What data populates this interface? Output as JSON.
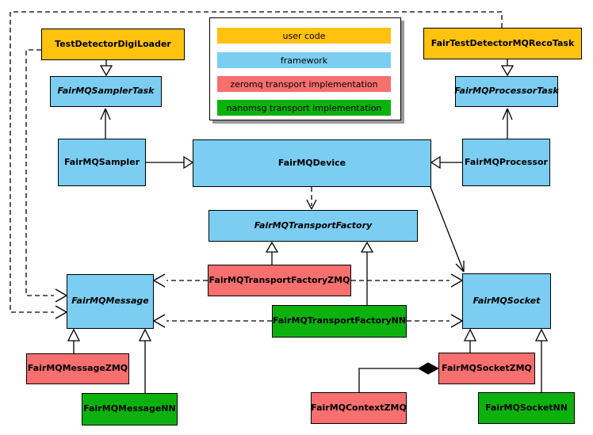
{
  "colors": {
    "user_code": "#FFC20E",
    "framework": "#7BCDF1",
    "zeromq": "#F76F6F",
    "nanomsg": "#0DB10D",
    "legend_shadow": "#9A9A9A",
    "line": "#000000",
    "background": "#FFFFFF"
  },
  "legend": {
    "items": [
      {
        "label": "user code",
        "category": "user_code"
      },
      {
        "label": "framework",
        "category": "framework"
      },
      {
        "label": "zeromq transport implementation",
        "category": "zeromq"
      },
      {
        "label": "nanomsg transport implementation",
        "category": "nanomsg"
      }
    ]
  },
  "nodes": {
    "testDetectorDigiLoader": {
      "label": "TestDetectorDigiLoader",
      "category": "user_code",
      "abstract": false
    },
    "fairTestDetectorMQRecoTask": {
      "label": "FairTestDetectorMQRecoTask",
      "category": "user_code",
      "abstract": false
    },
    "fairMQSamplerTask": {
      "label": "FairMQSamplerTask",
      "category": "framework",
      "abstract": true
    },
    "fairMQProcessorTask": {
      "label": "FairMQProcessorTask",
      "category": "framework",
      "abstract": true
    },
    "fairMQSampler": {
      "label": "FairMQSampler",
      "category": "framework",
      "abstract": false
    },
    "fairMQDevice": {
      "label": "FairMQDevice",
      "category": "framework",
      "abstract": false
    },
    "fairMQProcessor": {
      "label": "FairMQProcessor",
      "category": "framework",
      "abstract": false
    },
    "fairMQTransportFactory": {
      "label": "FairMQTransportFactory",
      "category": "framework",
      "abstract": true
    },
    "fairMQTransportFactoryZMQ": {
      "label": "FairMQTransportFactoryZMQ",
      "category": "zeromq",
      "abstract": false
    },
    "fairMQTransportFactoryNN": {
      "label": "FairMQTransportFactoryNN",
      "category": "nanomsg",
      "abstract": false
    },
    "fairMQMessage": {
      "label": "FairMQMessage",
      "category": "framework",
      "abstract": true
    },
    "fairMQSocket": {
      "label": "FairMQSocket",
      "category": "framework",
      "abstract": true
    },
    "fairMQMessageZMQ": {
      "label": "FairMQMessageZMQ",
      "category": "zeromq",
      "abstract": false
    },
    "fairMQMessageNN": {
      "label": "FairMQMessageNN",
      "category": "nanomsg",
      "abstract": false
    },
    "fairMQSocketZMQ": {
      "label": "FairMQSocketZMQ",
      "category": "zeromq",
      "abstract": false
    },
    "fairMQSocketNN": {
      "label": "FairMQSocketNN",
      "category": "nanomsg",
      "abstract": false
    },
    "fairMQContextZMQ": {
      "label": "FairMQContextZMQ",
      "category": "zeromq",
      "abstract": false
    }
  },
  "relationships": [
    {
      "from": "TestDetectorDigiLoader",
      "to": "FairMQSamplerTask",
      "type": "generalization-triangle"
    },
    {
      "from": "FairTestDetectorMQRecoTask",
      "to": "FairMQProcessorTask",
      "type": "generalization-triangle"
    },
    {
      "from": "FairMQSampler",
      "to": "FairMQSamplerTask",
      "type": "open-arrow"
    },
    {
      "from": "FairMQProcessor",
      "to": "FairMQProcessorTask",
      "type": "open-arrow"
    },
    {
      "from": "FairMQSampler",
      "to": "FairMQDevice",
      "type": "generalization-triangle"
    },
    {
      "from": "FairMQProcessor",
      "to": "FairMQDevice",
      "type": "generalization-triangle"
    },
    {
      "from": "FairMQDevice",
      "to": "FairMQTransportFactory",
      "type": "dashed-dependency"
    },
    {
      "from": "FairMQDevice",
      "to": "FairMQSocket",
      "type": "open-arrow"
    },
    {
      "from": "FairMQTransportFactoryZMQ",
      "to": "FairMQTransportFactory",
      "type": "generalization-triangle"
    },
    {
      "from": "FairMQTransportFactoryNN",
      "to": "FairMQTransportFactory",
      "type": "generalization-triangle"
    },
    {
      "from": "FairMQTransportFactoryZMQ",
      "to": "FairMQMessage",
      "type": "dashed-dependency"
    },
    {
      "from": "FairMQTransportFactoryNN",
      "to": "FairMQMessage",
      "type": "dashed-dependency"
    },
    {
      "from": "FairMQTransportFactoryZMQ",
      "to": "FairMQSocket",
      "type": "dashed-dependency"
    },
    {
      "from": "FairMQTransportFactoryNN",
      "to": "FairMQSocket",
      "type": "dashed-dependency"
    },
    {
      "from": "TestDetectorDigiLoader",
      "to": "FairMQMessage",
      "type": "dashed-dependency"
    },
    {
      "from": "FairTestDetectorMQRecoTask",
      "to": "FairMQMessage",
      "type": "dashed-dependency"
    },
    {
      "from": "FairMQMessageZMQ",
      "to": "FairMQMessage",
      "type": "generalization-triangle"
    },
    {
      "from": "FairMQMessageNN",
      "to": "FairMQMessage",
      "type": "generalization-triangle"
    },
    {
      "from": "FairMQSocketZMQ",
      "to": "FairMQSocket",
      "type": "generalization-triangle"
    },
    {
      "from": "FairMQSocketNN",
      "to": "FairMQSocket",
      "type": "generalization-triangle"
    },
    {
      "from": "FairMQContextZMQ",
      "to": "FairMQSocketZMQ",
      "type": "composition-diamond"
    }
  ]
}
